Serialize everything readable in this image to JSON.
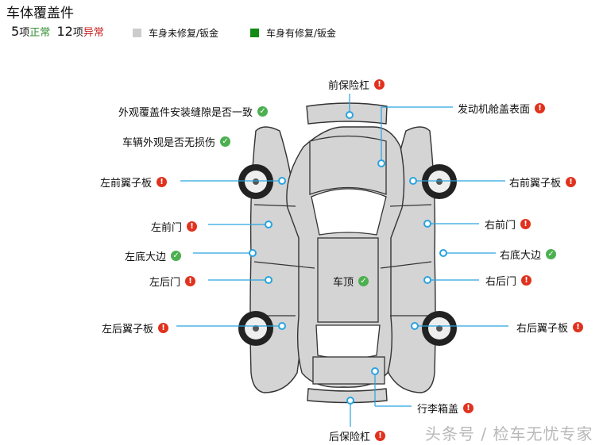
{
  "title": "车体覆盖件",
  "summary": {
    "normal_count": "5",
    "normal_unit": "项",
    "normal_text": "正常",
    "abnormal_count": "12",
    "abnormal_unit": "项",
    "abnormal_text": "异常"
  },
  "legend": [
    {
      "label": "车身未修复/钣金",
      "color": "#cccccc"
    },
    {
      "label": "车身有修复/钣金",
      "color": "#138a13"
    }
  ],
  "colors": {
    "bad": "#e0321e",
    "ok": "#4caf50",
    "panel": "#d4d4d4",
    "line": "#29a3e0"
  },
  "parts": [
    {
      "key": "front_bumper",
      "label": "前保险杠",
      "status": "bad"
    },
    {
      "key": "gap",
      "label": "外观覆盖件安装缝隙是否一致",
      "status": "ok"
    },
    {
      "key": "hood",
      "label": "发动机舱盖表面",
      "status": "bad"
    },
    {
      "key": "damage",
      "label": "车辆外观是否无损伤",
      "status": "ok"
    },
    {
      "key": "lf_fender",
      "label": "左前翼子板",
      "status": "bad"
    },
    {
      "key": "rf_fender",
      "label": "右前翼子板",
      "status": "bad"
    },
    {
      "key": "lf_door",
      "label": "左前门",
      "status": "bad"
    },
    {
      "key": "rf_door",
      "label": "右前门",
      "status": "bad"
    },
    {
      "key": "l_sill",
      "label": "左底大边",
      "status": "ok"
    },
    {
      "key": "r_sill",
      "label": "右底大边",
      "status": "ok"
    },
    {
      "key": "lr_door",
      "label": "左后门",
      "status": "bad"
    },
    {
      "key": "roof",
      "label": "车顶",
      "status": "ok"
    },
    {
      "key": "rr_door",
      "label": "右后门",
      "status": "bad"
    },
    {
      "key": "lr_fender",
      "label": "左后翼子板",
      "status": "bad"
    },
    {
      "key": "rr_fender",
      "label": "右后翼子板",
      "status": "bad"
    },
    {
      "key": "trunk",
      "label": "行李箱盖",
      "status": "bad"
    },
    {
      "key": "rear_bumper",
      "label": "后保险杠",
      "status": "bad"
    }
  ],
  "icons": {
    "bad": "exclamation-icon",
    "ok": "check-icon"
  },
  "watermark": "头条号 / 检车无忧专家"
}
